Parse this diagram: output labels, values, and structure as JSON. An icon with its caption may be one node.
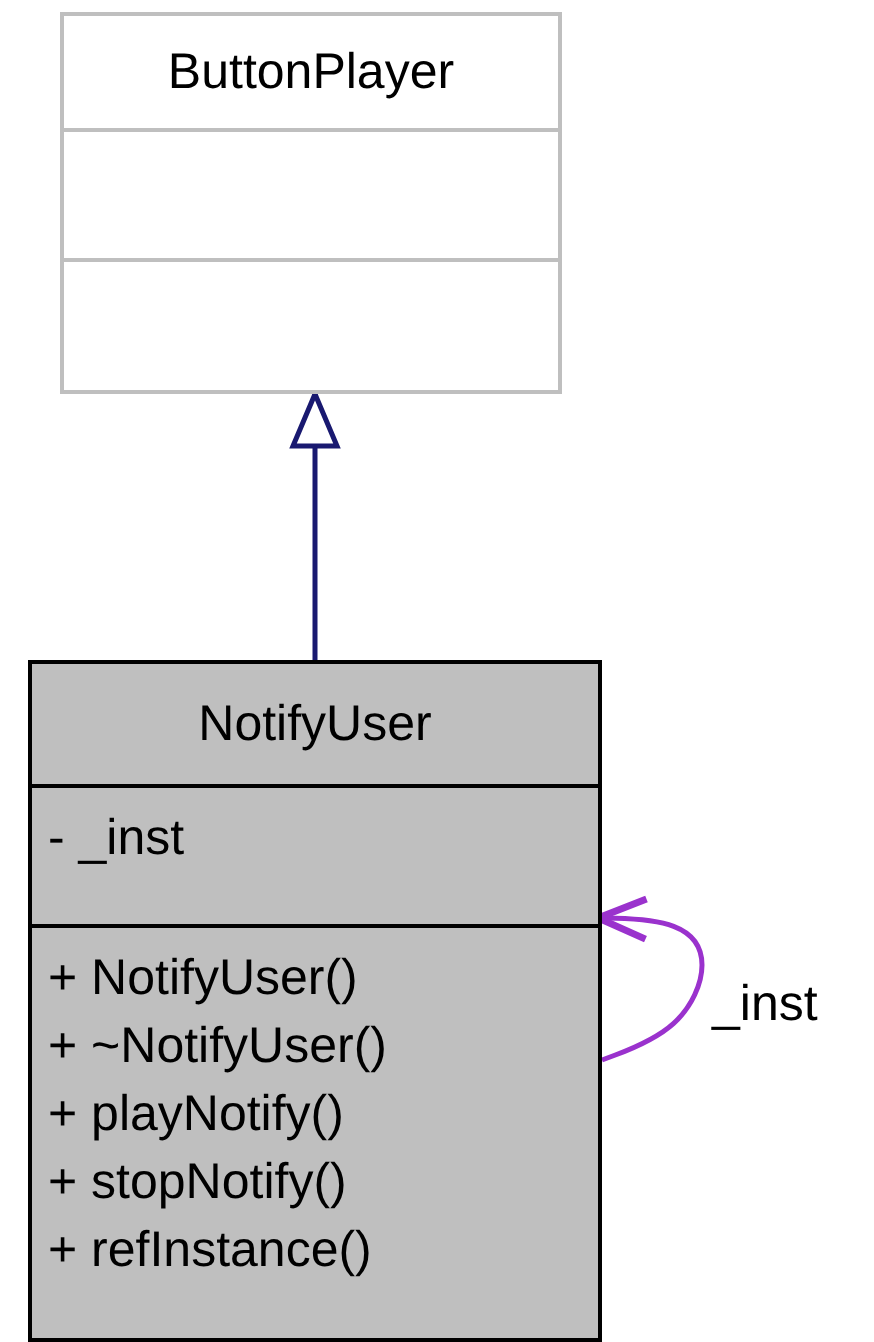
{
  "diagram": {
    "nodes": [
      {
        "text": [
          "ButtonPlayer"
        ]
      },
      {
        "text": [
          "NotifyUser",
          "- _inst",
          "+ NotifyUser()",
          "+ ~NotifyUser()",
          "+ playNotify()",
          "+ stopNotify()",
          "+ refInstance()"
        ]
      }
    ],
    "edges": [
      {
        "from": 1,
        "to": 0,
        "arrow": "to",
        "color": "#191970"
      },
      {
        "from": 1,
        "to": 1,
        "arrow": "to",
        "label": "_inst",
        "color": "#9a32cd"
      }
    ]
  }
}
